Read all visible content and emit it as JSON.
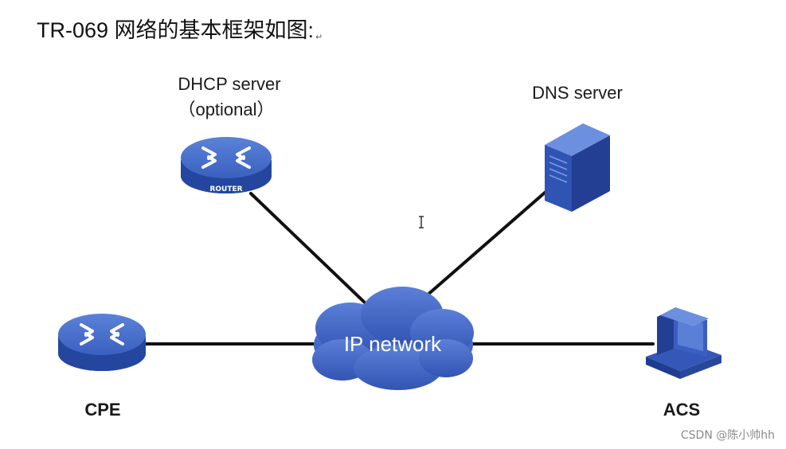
{
  "title": {
    "text": "TR-069 网络的基本框架如图:",
    "return_mark": "↵"
  },
  "nodes": {
    "dhcp": {
      "label": "DHCP server",
      "sublabel": "（optional）",
      "device_text": "ROUTER"
    },
    "dns": {
      "label": "DNS server"
    },
    "network": {
      "label": "IP network"
    },
    "cpe": {
      "label": "CPE"
    },
    "acs": {
      "label": "ACS"
    }
  },
  "colors": {
    "device_blue": "#2c4fa8",
    "device_top": "#4d73cf",
    "cloud_blue": "#3f63c2",
    "link": "#111111"
  },
  "watermark": "CSDN @陈小帅hh"
}
